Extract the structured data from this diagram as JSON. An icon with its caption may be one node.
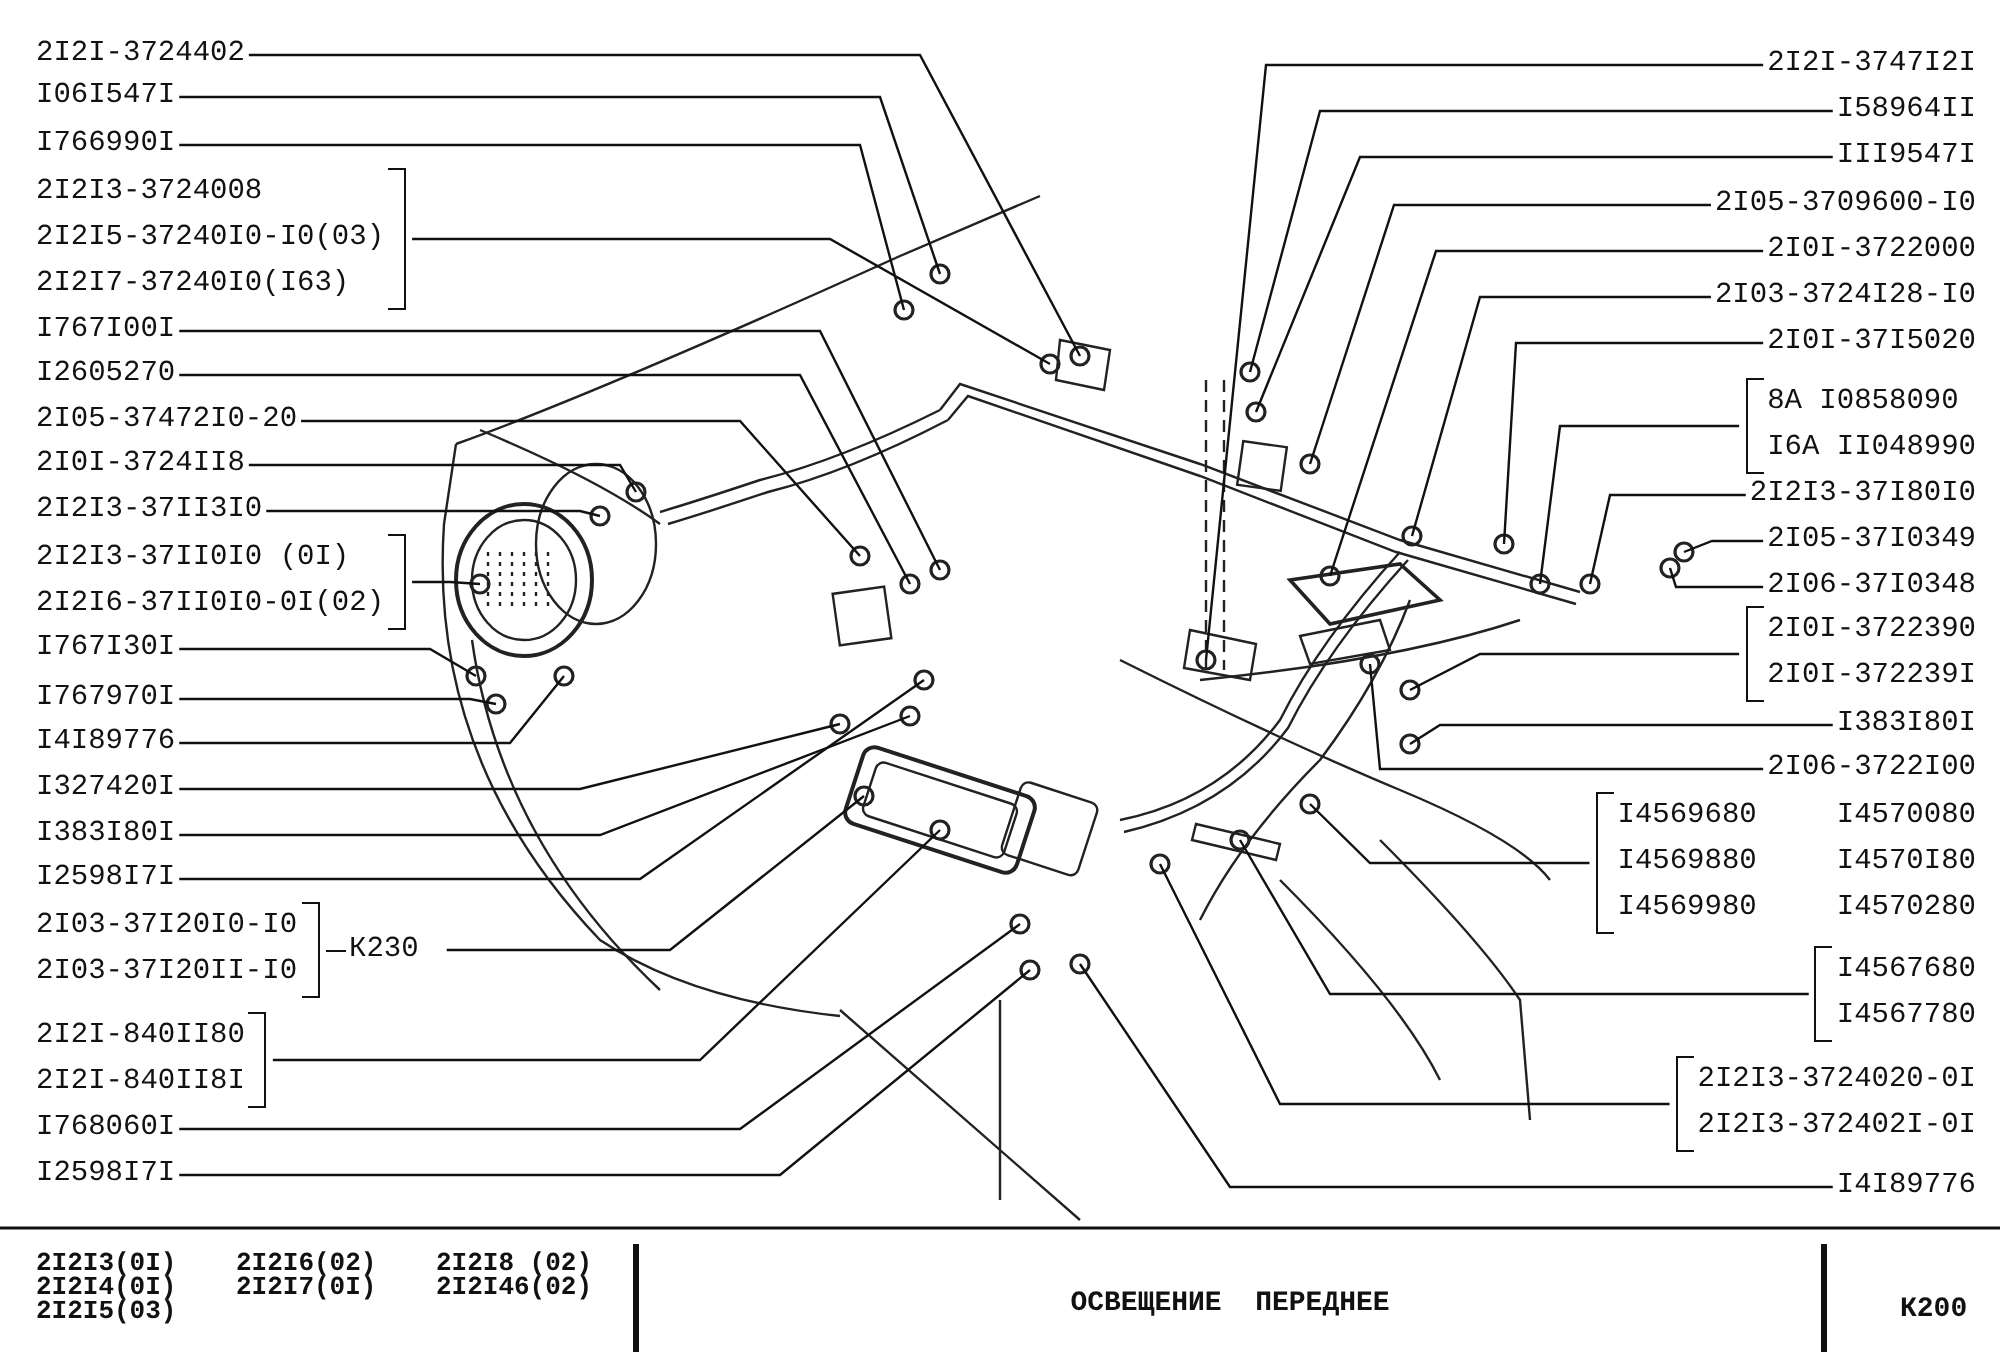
{
  "diagram": {
    "title": "ОСВЕЩЕНИЕ ПЕРЕДНЕЕ",
    "nodes": [
      {
        "text": [
          "2I2I-3724402"
        ]
      },
      {
        "text": [
          "I06I547I"
        ]
      },
      {
        "text": [
          "I766990I"
        ]
      },
      {
        "text": [
          "2I2I3-3724008",
          "2I2I5-37240I0-I0(03)",
          "2I2I7-37240I0(I63)"
        ]
      },
      {
        "text": [
          "I767I00I"
        ]
      },
      {
        "text": [
          "I2605270"
        ]
      },
      {
        "text": [
          "2I05-37472I0-20"
        ]
      },
      {
        "text": [
          "2I0I-3724II8"
        ]
      },
      {
        "text": [
          "2I2I3-37II3I0"
        ]
      },
      {
        "text": [
          "2I2I3-37II0I0 (0I)",
          "2I2I6-37II0I0-0I(02)"
        ]
      },
      {
        "text": [
          "I767I30I"
        ]
      },
      {
        "text": [
          "I767970I"
        ]
      },
      {
        "text": [
          "I4I89776"
        ]
      },
      {
        "text": [
          "I327420I"
        ]
      },
      {
        "text": [
          "I383I80I"
        ]
      },
      {
        "text": [
          "I2598I7I"
        ]
      },
      {
        "text": [
          "2I03-37I20I0-I0",
          "2I03-37I20II-I0"
        ],
        "beside": [
          "К230"
        ]
      },
      {
        "text": [
          "2I2I-840II80",
          "2I2I-840II8I"
        ]
      },
      {
        "text": [
          "I768060I"
        ]
      },
      {
        "text": [
          "I2598I7I"
        ]
      },
      {
        "text": [
          "2I2I-3747I2I"
        ]
      },
      {
        "text": [
          "I58964II"
        ]
      },
      {
        "text": [
          "III9547I"
        ]
      },
      {
        "text": [
          "2I05-3709600-I0"
        ]
      },
      {
        "text": [
          "2I0I-3722000"
        ]
      },
      {
        "text": [
          "2I03-3724I28-I0"
        ]
      },
      {
        "text": [
          "2I0I-37I5020"
        ]
      },
      {
        "text": [
          "8A I0858090",
          "I6A II048990"
        ]
      },
      {
        "text": [
          "2I2I3-37I80I0"
        ]
      },
      {
        "text": [
          "2I05-37I0349"
        ]
      },
      {
        "text": [
          "2I06-37I0348"
        ]
      },
      {
        "text": [
          "2I0I-3722390",
          "2I0I-372239I"
        ]
      },
      {
        "text": [
          "I383I80I"
        ]
      },
      {
        "text": [
          "2I06-3722I00"
        ]
      },
      {
        "text": [
          "I4569680",
          "I4570080",
          "I4569880",
          "I4570I80",
          "I4569980",
          "I4570280"
        ]
      },
      {
        "text": [
          "I4567680",
          "I4567780"
        ]
      },
      {
        "text": [
          "2I2I3-3724020-0I",
          "2I2I3-372402I-0I"
        ]
      },
      {
        "text": [
          "I4I89776"
        ]
      }
    ],
    "edges": [
      {
        "from": 0,
        "to": null,
        "arrow": "none"
      },
      {
        "from": 1,
        "to": null,
        "arrow": "none"
      },
      {
        "from": 2,
        "to": null,
        "arrow": "none"
      },
      {
        "from": 3,
        "to": null,
        "arrow": "none"
      },
      {
        "from": 4,
        "to": null,
        "arrow": "none"
      },
      {
        "from": 5,
        "to": null,
        "arrow": "none"
      },
      {
        "from": 6,
        "to": null,
        "arrow": "none"
      },
      {
        "from": 7,
        "to": null,
        "arrow": "none"
      },
      {
        "from": 8,
        "to": null,
        "arrow": "none"
      },
      {
        "from": 9,
        "to": null,
        "arrow": "none"
      },
      {
        "from": 10,
        "to": null,
        "arrow": "none"
      },
      {
        "from": 11,
        "to": null,
        "arrow": "none"
      },
      {
        "from": 12,
        "to": null,
        "arrow": "none"
      },
      {
        "from": 13,
        "to": null,
        "arrow": "none"
      },
      {
        "from": 14,
        "to": null,
        "arrow": "none"
      },
      {
        "from": 15,
        "to": null,
        "arrow": "none"
      },
      {
        "from": 16,
        "to": null,
        "arrow": "none"
      },
      {
        "from": 17,
        "to": null,
        "arrow": "none"
      },
      {
        "from": 18,
        "to": null,
        "arrow": "none"
      },
      {
        "from": 19,
        "to": null,
        "arrow": "none"
      },
      {
        "from": 20,
        "to": null,
        "arrow": "none"
      },
      {
        "from": 21,
        "to": null,
        "arrow": "none"
      },
      {
        "from": 22,
        "to": null,
        "arrow": "none"
      },
      {
        "from": 23,
        "to": null,
        "arrow": "none"
      },
      {
        "from": 24,
        "to": null,
        "arrow": "none"
      },
      {
        "from": 25,
        "to": null,
        "arrow": "none"
      },
      {
        "from": 26,
        "to": null,
        "arrow": "none"
      },
      {
        "from": 27,
        "to": null,
        "arrow": "none"
      },
      {
        "from": 28,
        "to": null,
        "arrow": "none"
      },
      {
        "from": 29,
        "to": null,
        "arrow": "none"
      },
      {
        "from": 30,
        "to": null,
        "arrow": "none"
      },
      {
        "from": 31,
        "to": null,
        "arrow": "none"
      },
      {
        "from": 32,
        "to": null,
        "arrow": "none"
      },
      {
        "from": 33,
        "to": null,
        "arrow": "none"
      },
      {
        "from": 34,
        "to": null,
        "arrow": "none"
      },
      {
        "from": 35,
        "to": null,
        "arrow": "none"
      },
      {
        "from": 36,
        "to": null,
        "arrow": "none"
      },
      {
        "from": 37,
        "to": null,
        "arrow": "none"
      }
    ],
    "labels": [
      "2I2I3(0I)",
      "2I2I6(02)",
      "2I2I8 (02)",
      "2I2I4(0I)",
      "2I2I7(0I)",
      "2I2I46(02)",
      "2I2I5(03)",
      "К200"
    ]
  }
}
